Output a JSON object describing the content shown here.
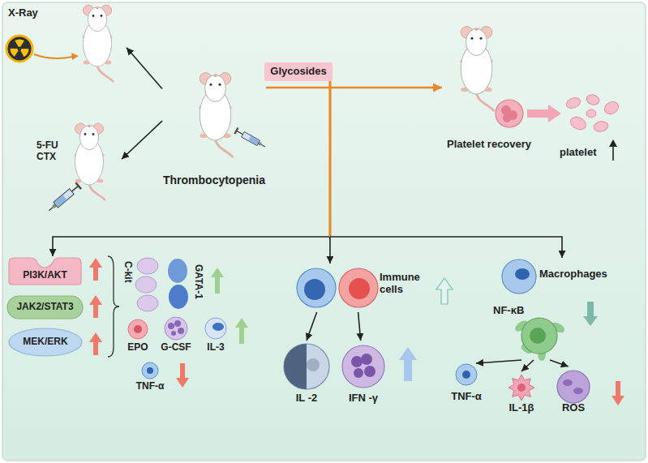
{
  "diagram": {
    "nodes": [
      {
        "text": [
          "X-Ray"
        ]
      },
      {
        "text": [
          "5-FU CTX"
        ]
      },
      {
        "text": [
          "Thrombocytopenia"
        ]
      },
      {
        "text": [
          "Glycosides"
        ]
      },
      {
        "text": [
          "Platelet recovery"
        ]
      },
      {
        "text": [
          "PI3K/AKT"
        ]
      },
      {
        "text": [
          "JAK2/STAT3"
        ]
      },
      {
        "text": [
          "MEK/ERK"
        ]
      },
      {
        "text": [
          "C-kit"
        ]
      },
      {
        "text": [
          "GATA-1"
        ]
      },
      {
        "text": [
          "EPO"
        ]
      },
      {
        "text": [
          "G-CSF"
        ]
      },
      {
        "text": [
          "IL-3"
        ]
      },
      {
        "text": [
          "TNF-α"
        ]
      },
      {
        "text": [
          "Immune cells"
        ]
      },
      {
        "text": [
          "IL -2"
        ]
      },
      {
        "text": [
          "IFN -γ"
        ]
      },
      {
        "text": [
          "Macrophages"
        ]
      },
      {
        "text": [
          "NF-κB"
        ]
      },
      {
        "text": [
          "TNF-α"
        ]
      },
      {
        "text": [
          "IL-1β"
        ]
      },
      {
        "text": [
          "ROS"
        ]
      }
    ],
    "edges": [
      {
        "from": 2,
        "to": 0,
        "arrow": "to"
      },
      {
        "from": 2,
        "to": 1,
        "arrow": "to"
      },
      {
        "from": 2,
        "to": 4,
        "arrow": "to"
      },
      {
        "from": 3,
        "to": 5,
        "arrow": "to"
      },
      {
        "from": 3,
        "to": 14,
        "arrow": "to"
      },
      {
        "from": 3,
        "to": 17,
        "arrow": "to"
      },
      {
        "from": 14,
        "to": 15,
        "arrow": "to"
      },
      {
        "from": 14,
        "to": 16,
        "arrow": "to"
      },
      {
        "from": 18,
        "to": 19,
        "arrow": "to"
      },
      {
        "from": 18,
        "to": 20,
        "arrow": "to"
      },
      {
        "from": 18,
        "to": 21,
        "arrow": "to"
      }
    ],
    "labels": [
      "platelet"
    ]
  }
}
